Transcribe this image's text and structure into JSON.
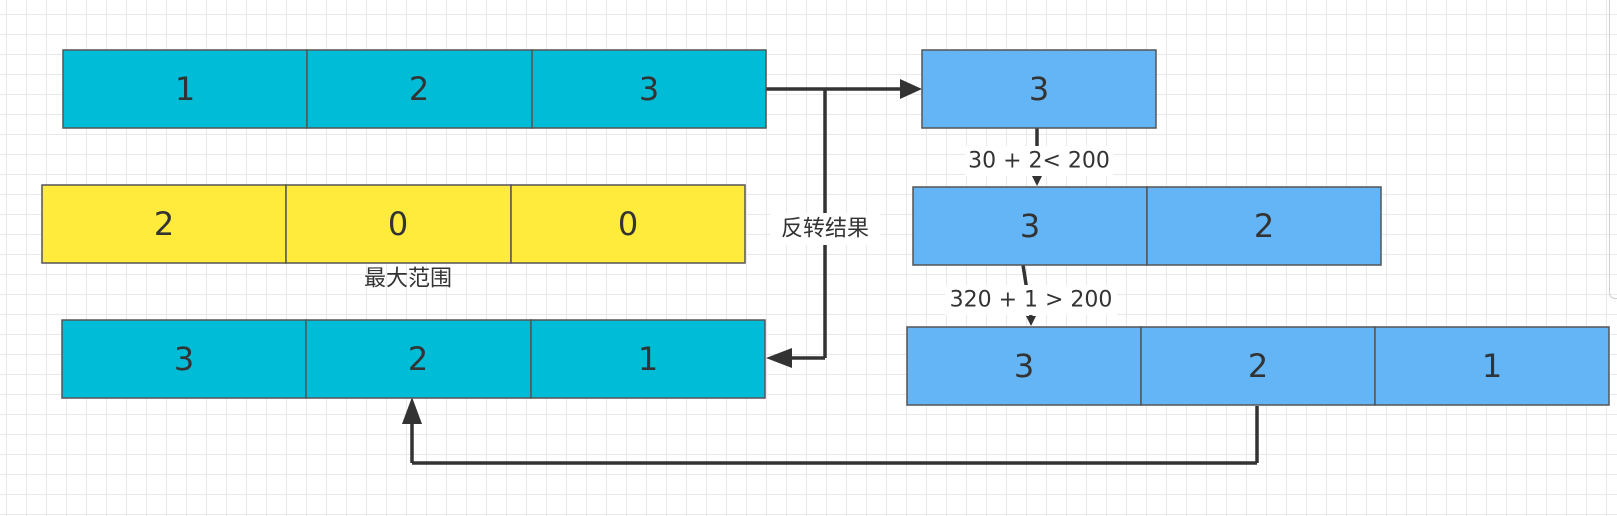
{
  "colors": {
    "teal": "#00bcd6",
    "yellow": "#ffeb3b",
    "blue": "#64b5f6",
    "edge": "#333333",
    "text": "#333333"
  },
  "rows": {
    "top_teal": [
      "1",
      "2",
      "3"
    ],
    "yellow": [
      "2",
      "0",
      "0"
    ],
    "bottom_teal": [
      "3",
      "2",
      "1"
    ],
    "blue_1": [
      "3"
    ],
    "blue_2": [
      "3",
      "2"
    ],
    "blue_3": [
      "3",
      "2",
      "1"
    ]
  },
  "labels": {
    "max_range": "最大范围",
    "reverse_result": "反转结果",
    "step1_compare": "30 + 2< 200",
    "step2_compare": "320 + 1 > 200"
  }
}
